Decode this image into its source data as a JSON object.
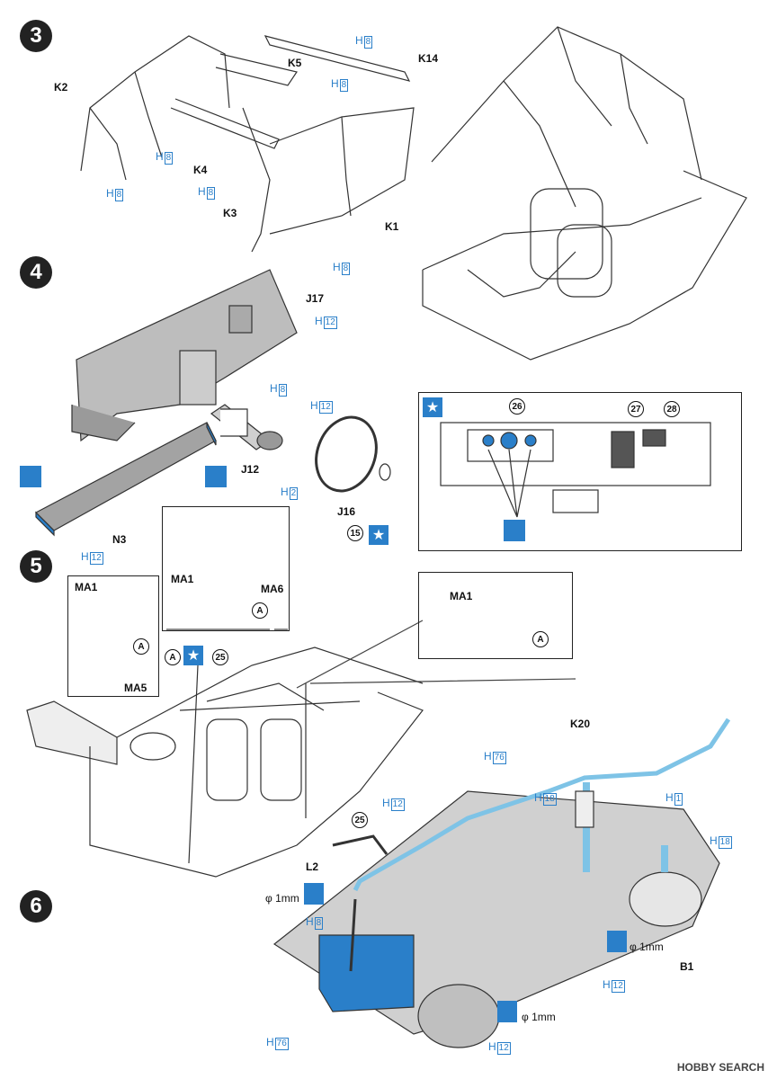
{
  "steps": [
    "3",
    "4",
    "5",
    "6"
  ],
  "step3": {
    "labels": {
      "k2": "K2",
      "k5": "K5",
      "k14": "K14",
      "k4": "K4",
      "k3": "K3",
      "k1": "K1"
    },
    "paint": {
      "prefix": "H",
      "num": "8"
    }
  },
  "step4": {
    "labels": {
      "j17": "J17",
      "j12": "J12",
      "j16": "J16",
      "n3": "N3"
    },
    "paint_h12": {
      "prefix": "H",
      "num": "12"
    },
    "paint_h8": {
      "prefix": "H",
      "num": "8"
    },
    "paint_h2": {
      "prefix": "H",
      "num": "2"
    },
    "decal_15": "15",
    "detail": {
      "n26": "26",
      "n27": "27",
      "n28": "28"
    }
  },
  "step5": {
    "labels": {
      "ma1": "MA1",
      "ma5": "MA5",
      "ma6": "MA6"
    },
    "a": "A",
    "decal_25": "25"
  },
  "step6": {
    "labels": {
      "k20": "K20",
      "l2": "L2",
      "b1": "B1"
    },
    "paint_h76": {
      "prefix": "H",
      "num": "76"
    },
    "paint_h12": {
      "prefix": "H",
      "num": "12"
    },
    "paint_h18": {
      "prefix": "H",
      "num": "18"
    },
    "paint_h1": {
      "prefix": "H",
      "num": "1"
    },
    "paint_h8": {
      "prefix": "H",
      "num": "8"
    },
    "drill": "φ 1mm"
  },
  "watermark": "HOBBY SEARCH",
  "colors": {
    "accent": "#2a7fc9"
  }
}
